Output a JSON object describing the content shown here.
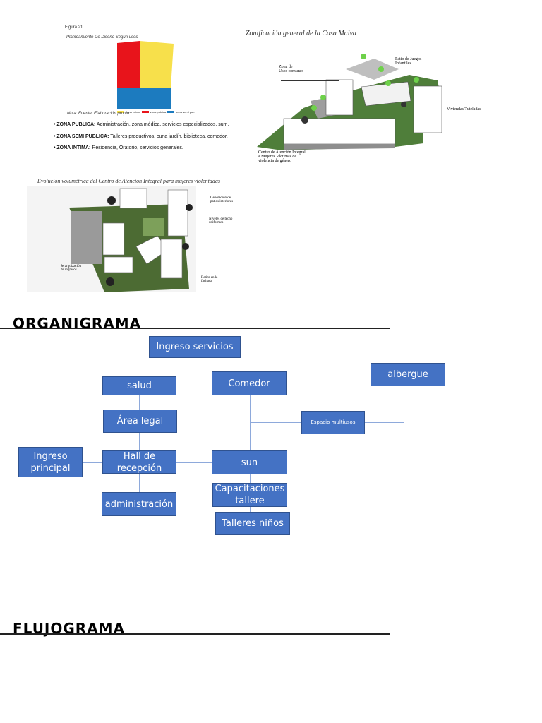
{
  "figure1": {
    "label": "Figura 21",
    "title": "Planteamiento De Diseño Según usos",
    "note": "Nota: Fuente: Elaboración propia",
    "legend": [
      "zona intima",
      "zona publica",
      "zona semi pub"
    ],
    "zones": [
      {
        "name": "• ZONA PUBLICA:",
        "desc": "Administración, zona médica, servicios especializados, sum."
      },
      {
        "name": "• ZONA SEMI PUBLICA:",
        "desc": "Talleres productivos, cuna jardín, biblioteca, comedor."
      },
      {
        "name": "• ZONA INTIMA:",
        "desc": "Residencia, Oratorio, servicios generales."
      }
    ],
    "colors": {
      "red": "#e8141b",
      "yellow": "#f7e04b",
      "blue": "#1c7bbf"
    }
  },
  "figure2": {
    "title": "Zonificación general de la Casa Malva",
    "labels": {
      "usos": "Zona de\nUsos comunes",
      "patio": "Patio de Juegos\nInfantiles",
      "viviendas": "Viviendas Tuteladas",
      "centro": "Centro de Atención Integral\na Mujeres Víctimas de\nviolencia de género"
    }
  },
  "figure3": {
    "title": "Evolución volumétrica del Centro de Atención Integral para mujeres violentadas",
    "labels": {
      "patios": "Generación de\npatios interiores",
      "techos": "Niveles de techo\nuniformes",
      "ingresos": "Jerarquización\nde ingresos",
      "retiro": "Retiro en la\nfachada"
    }
  },
  "organigrama": {
    "heading": "ORGANIGRAMA",
    "boxes": {
      "ingreso_servicios": "Ingreso servicios",
      "salud": "salud",
      "comedor": "Comedor",
      "albergue": "albergue",
      "area_legal": "Área legal",
      "espacio_multiusos": "Espacio multiusos",
      "ingreso_principal": "Ingreso\nprincipal",
      "hall": "Hall de\nrecepción",
      "sun": "sun",
      "capacitaciones": "Capacitaciones\ntallere",
      "administracion": "administración",
      "talleres_ninos": "Talleres niños"
    }
  },
  "flujograma": {
    "heading": "FLUJOGRAMA"
  }
}
